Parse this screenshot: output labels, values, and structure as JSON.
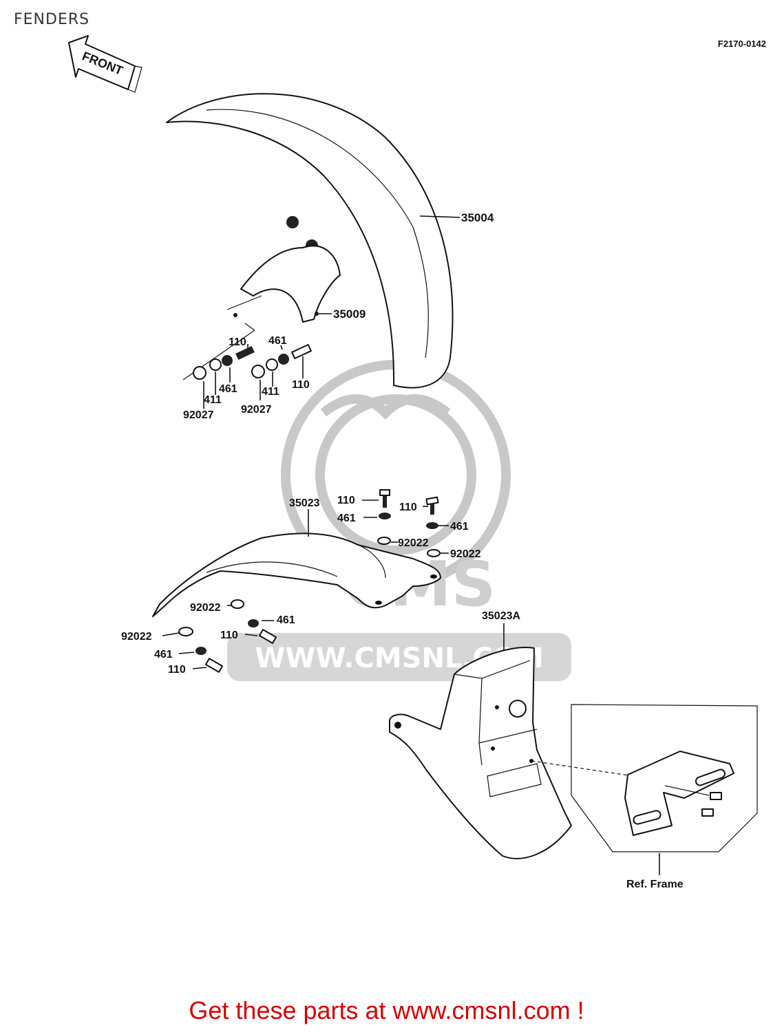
{
  "page": {
    "title": "FENDERS",
    "ref_code": "F2170-0142"
  },
  "direction_arrow": {
    "label": "FRONT"
  },
  "callouts": {
    "front_fender": "35004",
    "front_fender_brace": "35009",
    "rear_fender": "35023",
    "rear_fender_rear": "35023A",
    "bolt": "110",
    "washer_461": "461",
    "washer_411": "411",
    "nut_92027": "92027",
    "collar_92022": "92022",
    "ref_frame": "Ref. Frame"
  },
  "watermark": {
    "brand": "CMS",
    "url": "WWW.CMSNL.COM"
  },
  "footer": {
    "text": "Get these parts at www.cmsnl.com !"
  }
}
